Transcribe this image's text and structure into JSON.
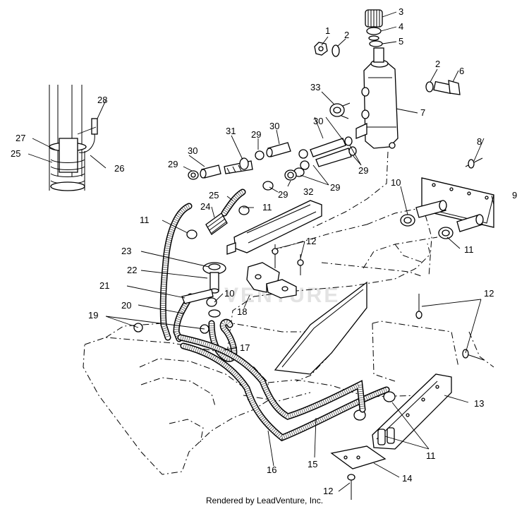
{
  "callouts": [
    {
      "id": "c1",
      "text": "1"
    },
    {
      "id": "c2a",
      "text": "2"
    },
    {
      "id": "c3",
      "text": "3"
    },
    {
      "id": "c4",
      "text": "4"
    },
    {
      "id": "c5",
      "text": "5"
    },
    {
      "id": "c2b",
      "text": "2"
    },
    {
      "id": "c6",
      "text": "6"
    },
    {
      "id": "c33",
      "text": "33"
    },
    {
      "id": "c7",
      "text": "7"
    },
    {
      "id": "c28",
      "text": "28"
    },
    {
      "id": "c27",
      "text": "27"
    },
    {
      "id": "c25a",
      "text": "25"
    },
    {
      "id": "c26",
      "text": "26"
    },
    {
      "id": "c31",
      "text": "31"
    },
    {
      "id": "c29a",
      "text": "29"
    },
    {
      "id": "c30a",
      "text": "30"
    },
    {
      "id": "c30b",
      "text": "30"
    },
    {
      "id": "c30c",
      "text": "30"
    },
    {
      "id": "c29b",
      "text": "29"
    },
    {
      "id": "c29c",
      "text": "29"
    },
    {
      "id": "c29d",
      "text": "29"
    },
    {
      "id": "c32",
      "text": "32"
    },
    {
      "id": "c29e",
      "text": "29"
    },
    {
      "id": "c8",
      "text": "8"
    },
    {
      "id": "c25b",
      "text": "25"
    },
    {
      "id": "c24",
      "text": "24"
    },
    {
      "id": "c11a",
      "text": "11"
    },
    {
      "id": "c11b",
      "text": "11"
    },
    {
      "id": "c10a",
      "text": "10"
    },
    {
      "id": "c9",
      "text": "9"
    },
    {
      "id": "c11c",
      "text": "11"
    },
    {
      "id": "c12a",
      "text": "12"
    },
    {
      "id": "c23",
      "text": "23"
    },
    {
      "id": "c22",
      "text": "22"
    },
    {
      "id": "c21",
      "text": "21"
    },
    {
      "id": "c10b",
      "text": "10"
    },
    {
      "id": "c18",
      "text": "18"
    },
    {
      "id": "c20",
      "text": "20"
    },
    {
      "id": "c19",
      "text": "19"
    },
    {
      "id": "c12b",
      "text": "12"
    },
    {
      "id": "c17",
      "text": "17"
    },
    {
      "id": "c13",
      "text": "13"
    },
    {
      "id": "c11d",
      "text": "11"
    },
    {
      "id": "c16",
      "text": "16"
    },
    {
      "id": "c15",
      "text": "15"
    },
    {
      "id": "c14",
      "text": "14"
    },
    {
      "id": "c12c",
      "text": "12"
    }
  ],
  "watermark": "VENTURE",
  "footer": "Rendered by LeadVenture, Inc."
}
